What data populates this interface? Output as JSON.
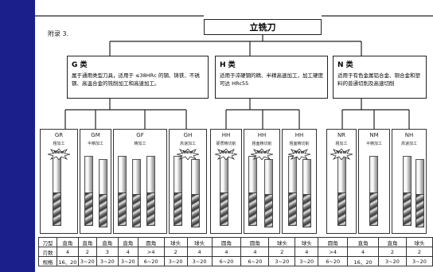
{
  "appendix_label": "附录 3.",
  "root": {
    "title": "立铣刀"
  },
  "categories": [
    {
      "title": "G 类",
      "desc": "属于通用类型刀具，适用于 ≤38HRc 的钢、铸铁、不锈钢、高温合金的铣削加工和高速加工。"
    },
    {
      "title": "H 类",
      "desc": "适用于淬硬钢的精、半精高速加工，加工硬度可达 HRc55"
    },
    {
      "title": "N 类",
      "desc": "适用于有色金属铝合金、铜合金和塑料的普通切削及高速切削"
    }
  ],
  "tools": [
    {
      "code": "GR",
      "sub": "粗加工",
      "new": true
    },
    {
      "code": "GM",
      "sub": "半精加工",
      "new": false
    },
    {
      "code": "GF",
      "sub": "精加工",
      "new": false
    },
    {
      "code": "GH",
      "sub": "高速加工",
      "new": true
    },
    {
      "code": "HH",
      "sub": "硬质精切削",
      "new": true
    },
    {
      "code": "HH",
      "sub": "粗面精切削",
      "new": true
    },
    {
      "code": "HH",
      "sub": "粗面精切削",
      "new": true
    },
    {
      "code": "NR",
      "sub": "粗加工",
      "new": true
    },
    {
      "code": "NM",
      "sub": "半精加工",
      "new": false
    },
    {
      "code": "NH",
      "sub": "高速加工",
      "new": false
    }
  ],
  "new_badge": "New",
  "table": {
    "row_labels": [
      "刀型",
      "刃数",
      "规格"
    ],
    "columns": [
      [
        "直角",
        "4",
        "16、20"
      ],
      [
        "直角",
        "2",
        "3~20"
      ],
      [
        "直角",
        "3",
        "3~20"
      ],
      [
        "直角",
        "4",
        "3~20"
      ],
      [
        "圆角",
        ">4",
        "6~20"
      ],
      [
        "球头",
        "2",
        "3~20"
      ],
      [
        "球头",
        "4",
        "3~20"
      ],
      [
        "圆角",
        "4",
        "6~20"
      ],
      [
        "圆角",
        "4",
        "6~20"
      ],
      [
        "球头",
        "2",
        "3~20"
      ],
      [
        "球头",
        "4",
        "3~20"
      ],
      [
        "圆角",
        ">4",
        "6~20"
      ],
      [
        "直角",
        "4",
        "16、20"
      ],
      [
        "直角",
        "2",
        "3~20"
      ],
      [
        "球头",
        "2",
        "3~20"
      ]
    ]
  }
}
